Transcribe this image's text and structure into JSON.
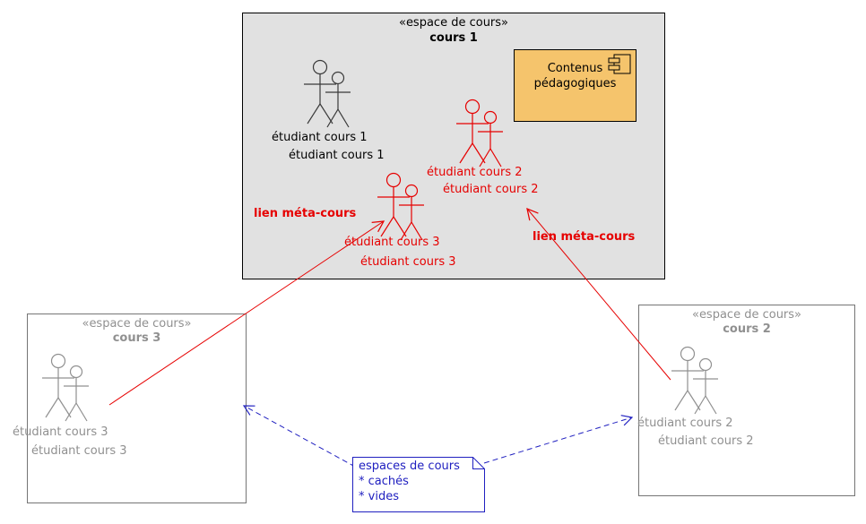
{
  "colors": {
    "package-fill": "#e1e1e1",
    "package-border": "#000000",
    "subpackage-border": "#757575",
    "component-fill": "#f5c46c",
    "red": "#e60000",
    "gray": "#909090",
    "blue": "#2020c0"
  },
  "main_package": {
    "stereotype": "«espace de cours»",
    "name": "cours 1",
    "component": {
      "line1": "Contenus",
      "line2": "pédagogiques"
    },
    "students_c1": {
      "line1": "étudiant cours 1",
      "line2": "étudiant cours 1"
    },
    "students_c2": {
      "line1": "étudiant cours 2",
      "line2": "étudiant cours 2"
    },
    "students_c3": {
      "line1": "étudiant cours 3",
      "line2": "étudiant cours 3"
    },
    "meta_link_left": "lien méta-cours",
    "meta_link_right": "lien méta-cours"
  },
  "package_cours3": {
    "stereotype": "«espace de cours»",
    "name": "cours 3",
    "students": {
      "line1": "étudiant cours 3",
      "line2": "étudiant cours 3"
    }
  },
  "package_cours2": {
    "stereotype": "«espace de cours»",
    "name": "cours 2",
    "students": {
      "line1": "étudiant cours 2",
      "line2": "étudiant cours 2"
    }
  },
  "note": {
    "line1": "espaces de cours",
    "line2": "* cachés",
    "line3": "* vides"
  }
}
